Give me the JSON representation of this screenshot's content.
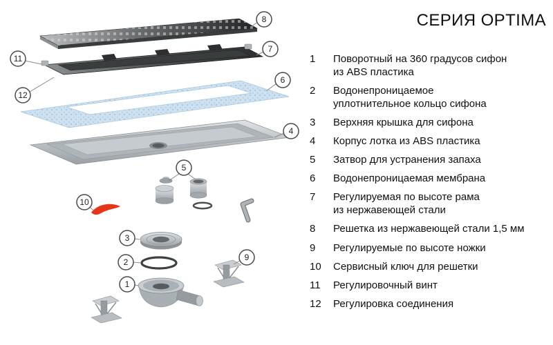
{
  "title": "СЕРИЯ OPTIMA",
  "parts": [
    {
      "num": "1",
      "label": "Поворотный на 360 градусов сифон\nиз ABS пластика"
    },
    {
      "num": "2",
      "label": "Водонепроницаемое\nуплотнительное кольцо сифона"
    },
    {
      "num": "3",
      "label": "Верхняя крышка для сифона"
    },
    {
      "num": "4",
      "label": "Корпус лотка из ABS пластика"
    },
    {
      "num": "5",
      "label": "Затвор для устранения запаха"
    },
    {
      "num": "6",
      "label": "Водонепроницаемая мембрана"
    },
    {
      "num": "7",
      "label": "Регулируемая по высоте рама\nиз нержавеющей стали"
    },
    {
      "num": "8",
      "label": "Решетка из нержавеющей стали 1,5 мм"
    },
    {
      "num": "9",
      "label": "Регулируемые по высоте ножки"
    },
    {
      "num": "10",
      "label": "Сервисный ключ для решетки"
    },
    {
      "num": "11",
      "label": "Регулировочный винт"
    },
    {
      "num": "12",
      "label": "Регулировка соединения"
    }
  ],
  "colors": {
    "membrane_blue": "#cee1f0",
    "service_key_red": "#e63517",
    "steel_light": "#dfe3e6",
    "steel_dark": "#9aa1a6",
    "grate_dark": "#232425",
    "text": "#111111"
  }
}
